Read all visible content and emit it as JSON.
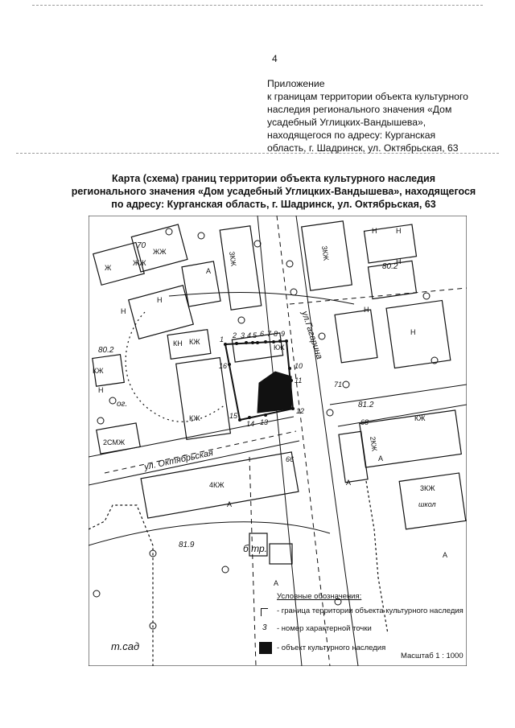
{
  "page_number": "4",
  "appendix": {
    "lines": [
      "Приложение",
      "к границам территории объекта культурного",
      "наследия регионального значения «Дом",
      "усадебный Углицких-Вандышева»,",
      "находящегося по адресу: Курганская",
      "область, г. Шадринск, ул. Октябрьская, 63"
    ]
  },
  "map_title": {
    "lines": [
      "Карта (схема) границ территории объекта культурного наследия",
      "регионального значения «Дом усадебный Углицких-Вандышева», находящегося",
      "по адресу: Курганская область, г. Шадринск, ул. Октябрьская, 63"
    ]
  },
  "map": {
    "streets": {
      "gagarina": "ул.Гагарина",
      "oktyabrskaya": "ул. Октябрьская"
    },
    "building_labels": [
      "3КЖ",
      "3КЖ",
      "Н",
      "Н",
      "Н",
      "Н",
      "Н",
      "Н",
      "Н",
      "Н",
      "Ж",
      "ЖЖ",
      "ЖЖ",
      "КЖ",
      "КЖ",
      "КЖ",
      "КЖ",
      "КЖ",
      "КН",
      "2СМЖ",
      "4КЖ",
      "2КЖ",
      "3КЖ",
      "школ",
      "А",
      "А",
      "А",
      "А",
      "А",
      "А"
    ],
    "elevations": [
      "70",
      "80.2",
      "80.2",
      "81.2",
      "81.9"
    ],
    "place_labels": [
      "б.тр.",
      "т.сад",
      "ог."
    ],
    "point_numbers": [
      "1",
      "2",
      "3",
      "4",
      "5",
      "6",
      "7",
      "8",
      "9",
      "10",
      "11",
      "12",
      "13",
      "14",
      "15",
      "16"
    ],
    "other_numbers": [
      "66",
      "68",
      "71"
    ]
  },
  "legend": {
    "heading": "Условные обозначения:",
    "items": [
      {
        "symbol": "border-icon",
        "text": "- граница территории объекта культурного наследия"
      },
      {
        "symbol_text": "3",
        "text": "- номер характерной точки"
      },
      {
        "symbol": "object-icon",
        "text": "- объект   культурного наследия"
      }
    ]
  },
  "scale": "Масштаб 1 : 1000"
}
